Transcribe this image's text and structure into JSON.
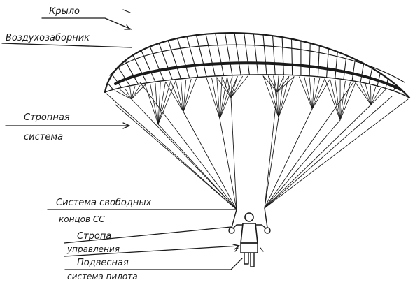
{
  "labels": {
    "wing": "Крыло",
    "air_intake": "Воздухозаборник",
    "line_system_1": "Стропная",
    "line_system_2": "система",
    "risers_1": "Система свободных",
    "risers_2": "концов СС",
    "control_line_1": "Стропа",
    "control_line_2": "управления",
    "harness_1": "Подвесная",
    "harness_2": "система пилота"
  }
}
